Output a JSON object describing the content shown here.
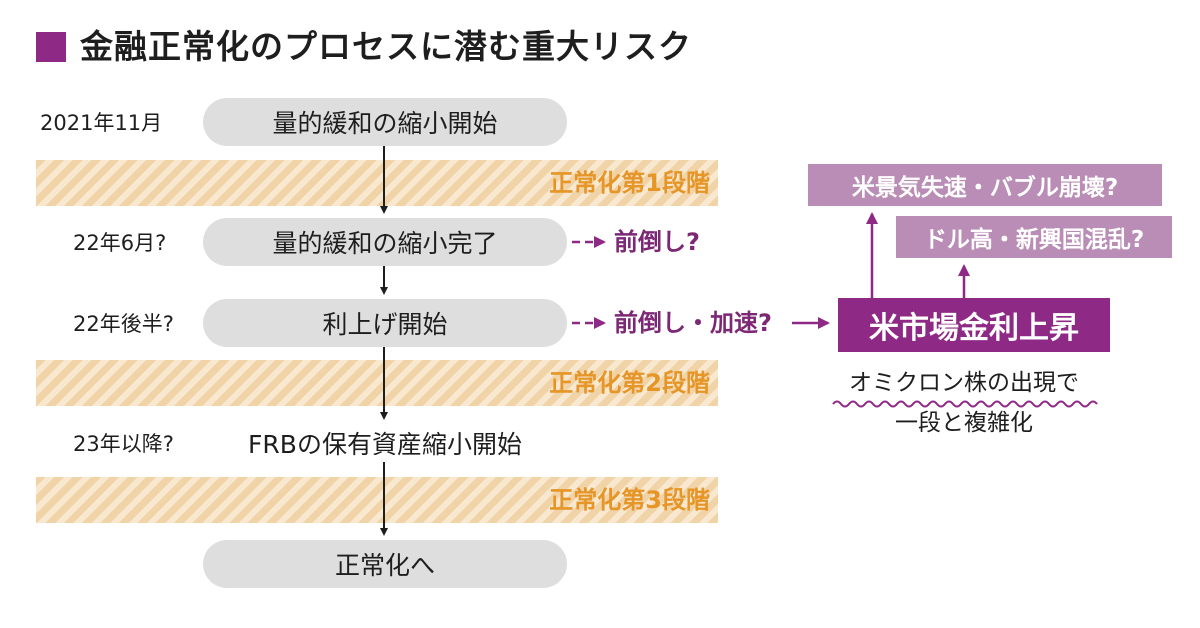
{
  "title": "金融正常化のプロセスに潜む重大リスク",
  "phases": [
    "正常化第1段階",
    "正常化第2段階",
    "正常化第3段階"
  ],
  "steps": [
    {
      "date": "2021年11月",
      "label": "量的緩和の縮小開始"
    },
    {
      "date": "22年6月?",
      "label": "量的緩和の縮小完了"
    },
    {
      "date": "22年後半?",
      "label": "利上げ開始"
    },
    {
      "date": "23年以降?",
      "label": "FRBの保有資産縮小開始"
    },
    {
      "date": "",
      "label": "正常化へ"
    }
  ],
  "notes": {
    "completion": "前倒し?",
    "hike": "前倒し・加速?"
  },
  "rate_rise": "米市場金利上昇",
  "risks": [
    "米景気失速・バブル崩壊?",
    "ドル高・新興国混乱?"
  ],
  "omicron": {
    "line1": "オミクロン株の出現で",
    "line2": "一段と複雑化"
  },
  "colors": {
    "accent": "#8e2a86",
    "risk_box": "#b98db5",
    "phase_label": "#e69527",
    "pill": "#dedede"
  }
}
